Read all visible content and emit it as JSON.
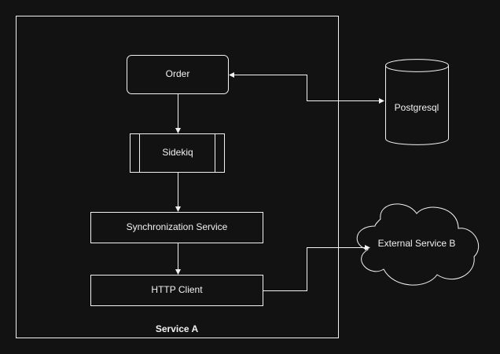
{
  "diagram": {
    "container": {
      "label": "Service A"
    },
    "nodes": {
      "order": "Order",
      "sidekiq": "Sidekiq",
      "sync_service": "Synchronization Service",
      "http_client": "HTTP Client",
      "database": "Postgresql",
      "external_service": "External Service B"
    },
    "colors": {
      "background": "#121212",
      "stroke": "#f2f2f2",
      "text": "#f2f2f2"
    }
  }
}
